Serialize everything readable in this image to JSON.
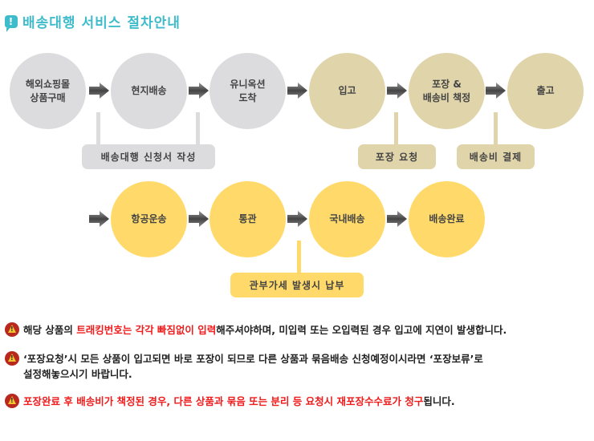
{
  "title": "배송대행 서비스 절차안내",
  "steps": [
    "해외쇼핑몰\n상품구매",
    "현지배송",
    "유니옥션\n도착",
    "입고",
    "포장 &\n배송비 책정",
    "출고",
    "항공운송",
    "통관",
    "국내배송",
    "배송완료"
  ],
  "labels": [
    "배송대행 신청서 작성",
    "포장 요청",
    "배송비 결제",
    "관부가세 발생시 납부"
  ],
  "notes": [
    {
      "a": "해당 상품의 ",
      "b": "트래킹번호는 각각 빠짐없이 입력",
      "c": "해주셔야하며, 미입력 또는 오입력된 경우 입고에 지연이 발생합니다."
    },
    {
      "a": "‘포장요청’시 모든 상품이 입고되면 바로 포장이 되므로 다른 상품과 묶음배송 신청예정이시라면 ‘포장보류’로",
      "c": "설정해놓으시기 바랍니다."
    },
    {
      "b": "포장완료 후 배송비가 책정된 경우, 다른 상품과 묶음 또는 분리 등 요청시 재포장수수료가 청구",
      "c": "됩니다."
    }
  ],
  "colors": {
    "accent": "#3fbccb",
    "gray": "#dcdcde",
    "tan": "#e0d4aa",
    "yellow": "#ffda6a",
    "red": "#ee1c1c"
  }
}
